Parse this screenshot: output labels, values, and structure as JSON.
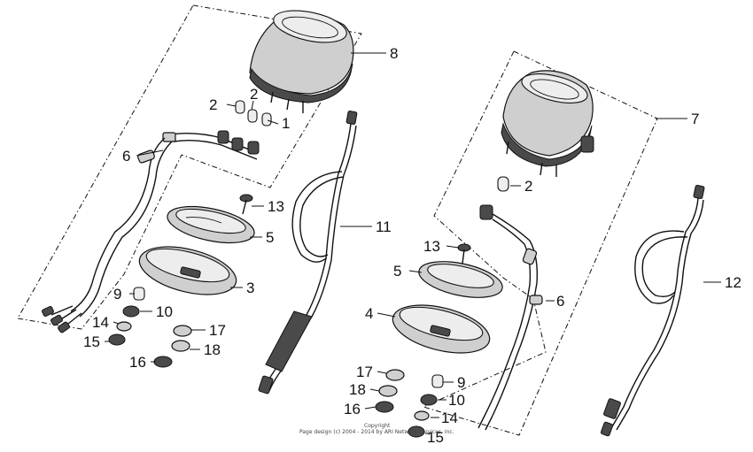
{
  "callouts": {
    "n1": "1",
    "n2a": "2",
    "n2b": "2",
    "n2c": "2",
    "n3": "3",
    "n4": "4",
    "n5a": "5",
    "n5b": "5",
    "n6a": "6",
    "n6b": "6",
    "n7": "7",
    "n8": "8",
    "n9a": "9",
    "n9b": "9",
    "n10a": "10",
    "n10b": "10",
    "n11": "11",
    "n12": "12",
    "n13a": "13",
    "n13b": "13",
    "n14a": "14",
    "n14b": "14",
    "n15a": "15",
    "n15b": "15",
    "n16a": "16",
    "n16b": "16",
    "n17a": "17",
    "n17b": "17",
    "n18a": "18",
    "n18b": "18"
  },
  "footer": {
    "line1": "Copyright",
    "line2": "Page design (c) 2004 - 2014 by ARI Network Services, Inc."
  }
}
